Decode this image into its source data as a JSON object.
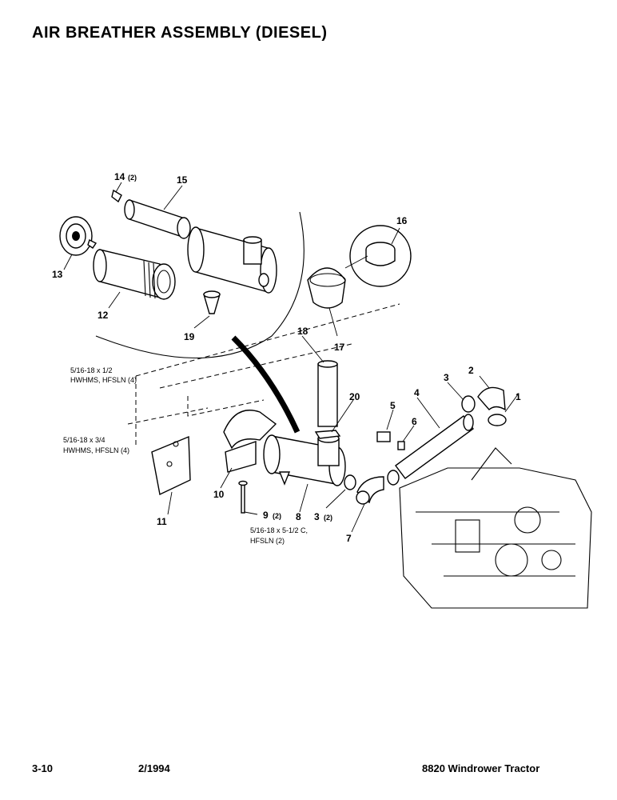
{
  "title": "AIR BREATHER ASSEMBLY (DIESEL)",
  "footer": {
    "page": "3-10",
    "date": "2/1994",
    "product": "8820 Windrower Tractor"
  },
  "callouts": {
    "c1": "1",
    "c2": "2",
    "c3": "3",
    "c3b": "3",
    "c3b_qty": "(2)",
    "c4": "4",
    "c5": "5",
    "c6": "6",
    "c7": "7",
    "c8": "8",
    "c9": "9",
    "c9_qty": "(2)",
    "c10": "10",
    "c11": "11",
    "c12": "12",
    "c13": "13",
    "c14": "14",
    "c14_qty": "(2)",
    "c15": "15",
    "c16": "16",
    "c17": "17",
    "c18": "18",
    "c19": "19",
    "c20": "20"
  },
  "notes": {
    "n1_line1": "5/16-18 x 1/2",
    "n1_line2": "HWHMS, HFSLN (4)",
    "n2_line1": "5/16-18 x 3/4",
    "n2_line2": "HWHMS, HFSLN (4)",
    "n3_line1": "5/16-18 x 5-1/2 C,",
    "n3_line2": "HFSLN (2)"
  }
}
